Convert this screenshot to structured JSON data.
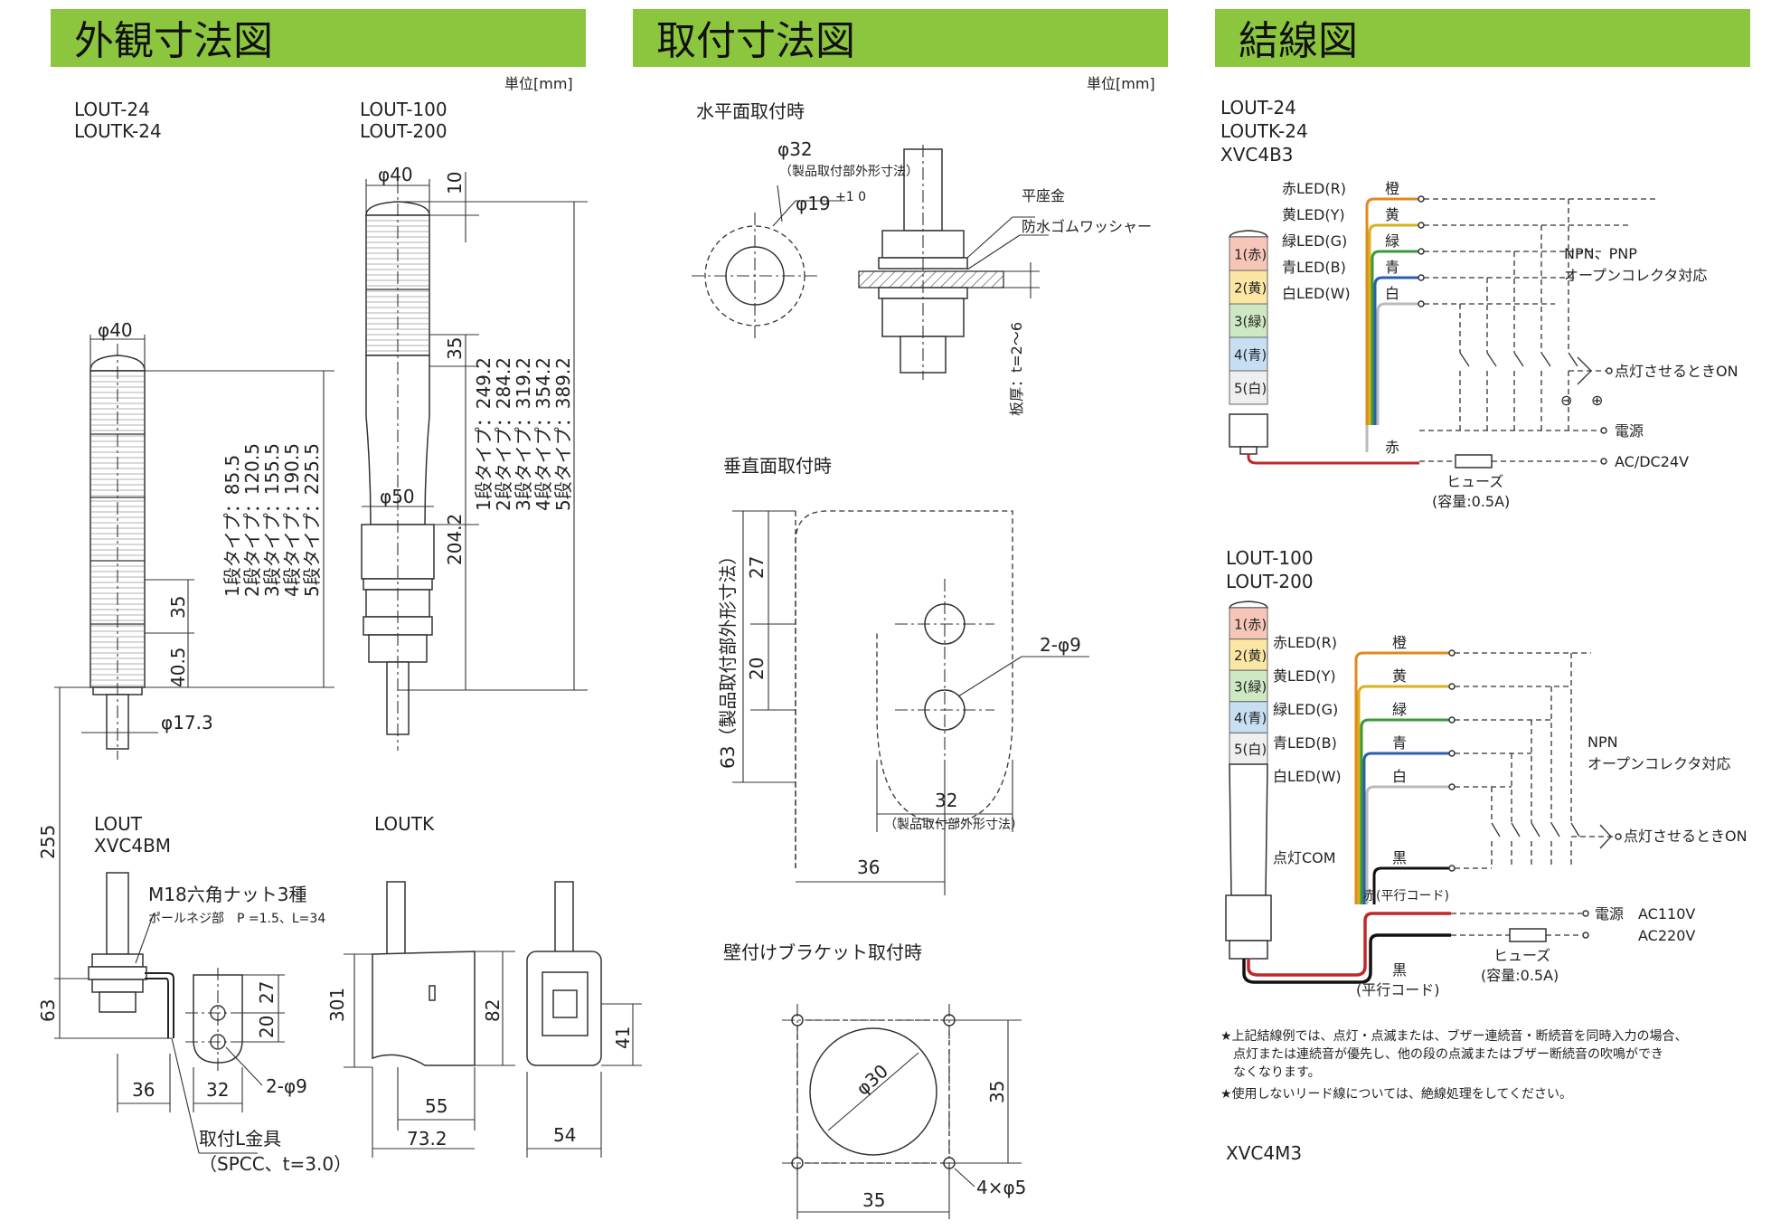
{
  "headers": {
    "exterior": "外観寸法図",
    "mounting": "取付寸法図",
    "wiring": "結線図"
  },
  "unit_label": "単位[mm]",
  "exterior": {
    "model_a": [
      "LOUT-24",
      "LOUTK-24"
    ],
    "model_b": [
      "LOUT-100",
      "LOUT-200"
    ],
    "phi40_a": "φ40",
    "phi40_b": "φ40",
    "phi50": "φ50",
    "phi173": "φ17.3",
    "dim_10": "10",
    "dim_35_b": "35",
    "dim_35_a": "35",
    "dim_405": "40.5",
    "dim_2042": "204.2",
    "dim_255": "255",
    "dim_63": "63",
    "types_a": [
      "1段タイプ：85.5",
      "2段タイプ：120.5",
      "3段タイプ：155.5",
      "4段タイプ：190.5",
      "5段タイプ：225.5"
    ],
    "types_b": [
      "1段タイプ：249.2",
      "2段タイプ：284.2",
      "3段タイプ：319.2",
      "4段タイプ：354.2",
      "5段タイプ：389.2"
    ],
    "model_c": [
      "LOUT",
      "XVC4BM"
    ],
    "model_d": "LOUTK",
    "nut": "M18六角ナット3種",
    "pole_screw": "ポールネジ部　P =1.5、L=34",
    "dim_27_c": "27",
    "dim_20_c": "20",
    "dim_2phi9_c": "2-φ9",
    "dim_36_c": "36",
    "dim_32_c": "32",
    "bracket": "取付L金具",
    "bracket_spec": "（SPCC、t=3.0）",
    "dim_301": "301",
    "dim_82": "82",
    "dim_55": "55",
    "dim_732": "73.2",
    "dim_41": "41",
    "dim_54": "54"
  },
  "mounting": {
    "horizontal_title": "水平面取付時",
    "phi32": "φ32",
    "phi32_note": "（製品取付部外形寸法）",
    "phi19": "φ19",
    "phi19_tol": "+1 0",
    "flat_washer": "平座金",
    "rubber_washer": "防水ゴムワッシャー",
    "thickness": "板厚：t=2〜6",
    "vertical_title": "垂直面取付時",
    "dim_27": "27",
    "dim_20": "20",
    "dim_63_note": "63（製品取付部外形寸法）",
    "dim_2phi9": "2-φ9",
    "dim_32": "32",
    "dim_32_note": "（製品取付部外形寸法）",
    "dim_36": "36",
    "wall_title": "壁付けブラケット取付時",
    "phi30": "φ30",
    "dim_35_v": "35",
    "dim_35_h": "35",
    "holes": "4×φ5"
  },
  "wiring": {
    "top_models": [
      "LOUT-24",
      "LOUTK-24",
      "XVC4B3"
    ],
    "tiers": [
      "1(赤)",
      "2(黄)",
      "3(緑)",
      "4(青)",
      "5(白)"
    ],
    "tier_colors": [
      "#f6c7b8",
      "#fbe7a3",
      "#cfe8c4",
      "#c7dff3",
      "#efefef"
    ],
    "leds_top": [
      "赤LED(R)",
      "黄LED(Y)",
      "緑LED(G)",
      "青LED(B)",
      "白LED(W)"
    ],
    "wires_top": [
      "橙",
      "黄",
      "緑",
      "青",
      "白"
    ],
    "wire_colors": [
      "#e08a1e",
      "#d7b31e",
      "#3a9a3a",
      "#2a5fb0",
      "#bbbbbb"
    ],
    "red_wire": "赤",
    "npn_pnp": "NPN、PNP",
    "open_collector": "オープンコレクタ対応",
    "on_when_lit": "点灯させるときON",
    "power": "電源",
    "acdc24": "AC/DC24V",
    "fuse": "ヒューズ",
    "fuse_cap": "(容量:0.5A)",
    "minus": "⊖",
    "plus": "⊕",
    "bottom_models": [
      "LOUT-100",
      "LOUT-200"
    ],
    "leds_bottom": [
      "赤LED(R)",
      "黄LED(Y)",
      "緑LED(G)",
      "青LED(B)",
      "白LED(W)",
      "点灯COM"
    ],
    "wires_bottom": [
      "橙",
      "黄",
      "緑",
      "青",
      "白",
      "黒"
    ],
    "red_parallel": "赤(平行コード)",
    "black": "黒",
    "black_parallel": "(平行コード)",
    "npn": "NPN",
    "open_collector_b": "オープンコレクタ対応",
    "on_when_lit_b": "点灯させるときON",
    "power_b": "電源",
    "ac110": "AC110V",
    "ac220": "AC220V",
    "fuse_b": "ヒューズ",
    "fuse_cap_b": "(容量:0.5A)",
    "notes": [
      "★上記結線例では、点灯・点滅または、ブザー連続音・断続音を同時入力の場合、",
      "　点灯または連続音が優先し、他の段の点滅またはブザー断続音の吹鳴ができ",
      "　なくなります。",
      "★使用しないリード線については、絶線処理をしてください。"
    ],
    "footer_model": "XVC4M3"
  }
}
